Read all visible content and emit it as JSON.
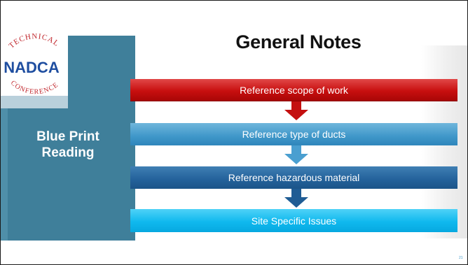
{
  "slide": {
    "title": "General Notes",
    "sidebar_title": "Blue Print Reading",
    "page_number": "21",
    "logo": {
      "top_text": "TECHNICAL",
      "main_text": "NADCA",
      "bottom_text": "CONFERENCE"
    }
  },
  "flow_steps": [
    {
      "label": "Reference scope of work",
      "color": "#c80f0f"
    },
    {
      "label": "Reference type of ducts",
      "color": "#3f97c9"
    },
    {
      "label": "Reference hazardous material",
      "color": "#23619a"
    },
    {
      "label": "Site Specific Issues",
      "color": "#10b9ee"
    }
  ],
  "colors": {
    "sidebar": "#3f7f9a",
    "logo_blue": "#1f4ea0",
    "logo_red": "#c0262c"
  }
}
